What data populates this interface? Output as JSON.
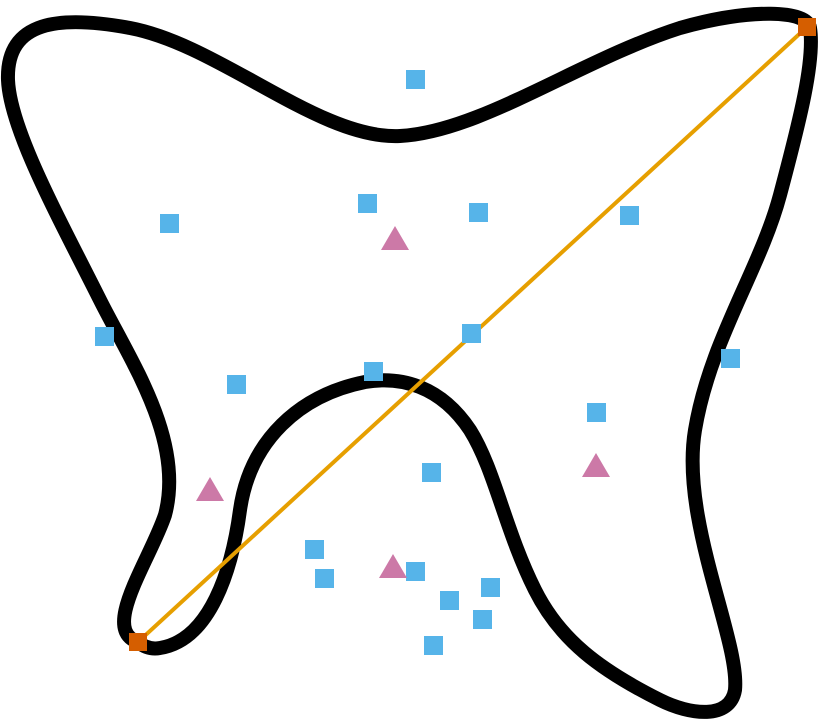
{
  "colors": {
    "background": "#ffffff",
    "outline": "#000000",
    "segment": "#e69f00",
    "endpoint": "#d55e00",
    "square_marker": "#56b4e9",
    "triangle_marker": "#cc79a7"
  },
  "shapes": {
    "outline": "closed-curve",
    "segment": "straight-line",
    "markers": [
      "square",
      "triangle"
    ]
  }
}
